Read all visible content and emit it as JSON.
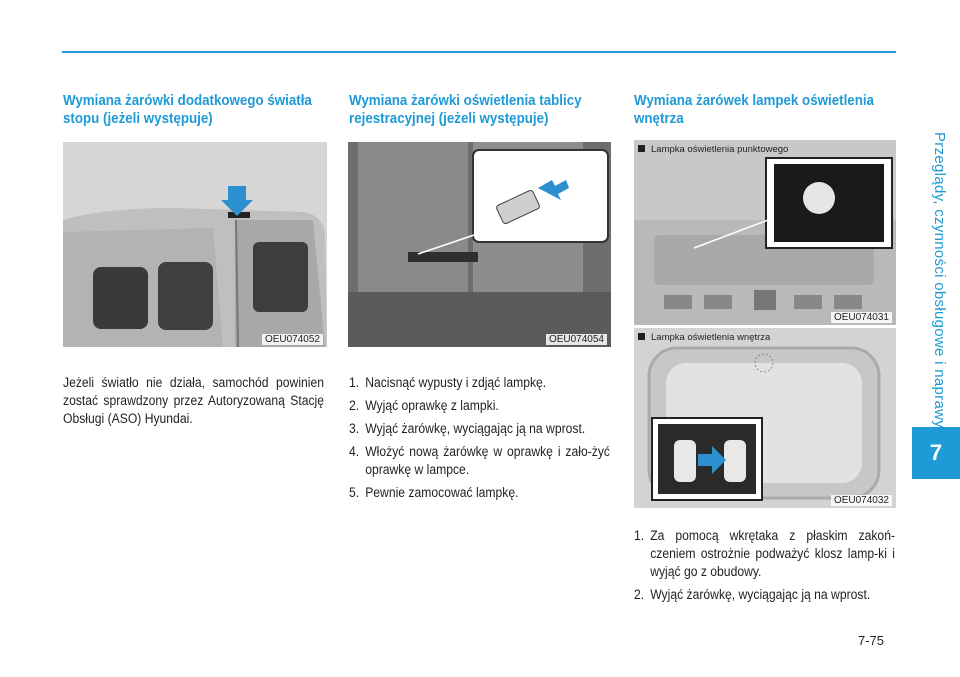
{
  "side_tab": {
    "text": "Przeglądy, czynności obsługowe i naprawy",
    "chapter": "7"
  },
  "col1": {
    "heading": "Wymiana żarówki dodatkowego światła stopu (jeżeli występuje)",
    "figure_code": "OEU074052",
    "body": "Jeżeli światło nie działa, samochód powinien zostać sprawdzony przez Autoryzowaną Stację Obsługi (ASO) Hyundai."
  },
  "col2": {
    "heading": "Wymiana żarówki oświetlenia tablicy rejestracyjnej (jeżeli występuje)",
    "figure_code": "OEU074054",
    "steps": [
      {
        "n": "1.",
        "text": "Nacisnąć wypusty i zdjąć lampkę."
      },
      {
        "n": "2.",
        "text": "Wyjąć oprawkę z lampki."
      },
      {
        "n": "3.",
        "text": "Wyjąć żarówkę, wyciągając ją na wprost."
      },
      {
        "n": "4.",
        "text": "Włożyć nową żarówkę w oprawkę i zało-żyć oprawkę w lampce."
      },
      {
        "n": "5.",
        "text": "Pewnie zamocować lampkę."
      }
    ]
  },
  "col3": {
    "heading": "Wymiana żarówek lampek oświetlenia wnętrza",
    "fig1_label": "Lampka oświetlenia punktowego",
    "fig1_code": "OEU074031",
    "fig2_label": "Lampka oświetlenia wnętrza",
    "fig2_code": "OEU074032",
    "steps": [
      {
        "n": "1.",
        "text": "Za pomocą wkrętaka z płaskim zakoń-czeniem ostrożnie podważyć klosz lamp-ki i wyjąć go z obudowy."
      },
      {
        "n": "2.",
        "text": "Wyjąć żarówkę, wyciągając ją na wprost."
      }
    ]
  },
  "page_number": "7-75",
  "colors": {
    "accent": "#1e9ad6",
    "arrow": "#2b8fd0"
  }
}
